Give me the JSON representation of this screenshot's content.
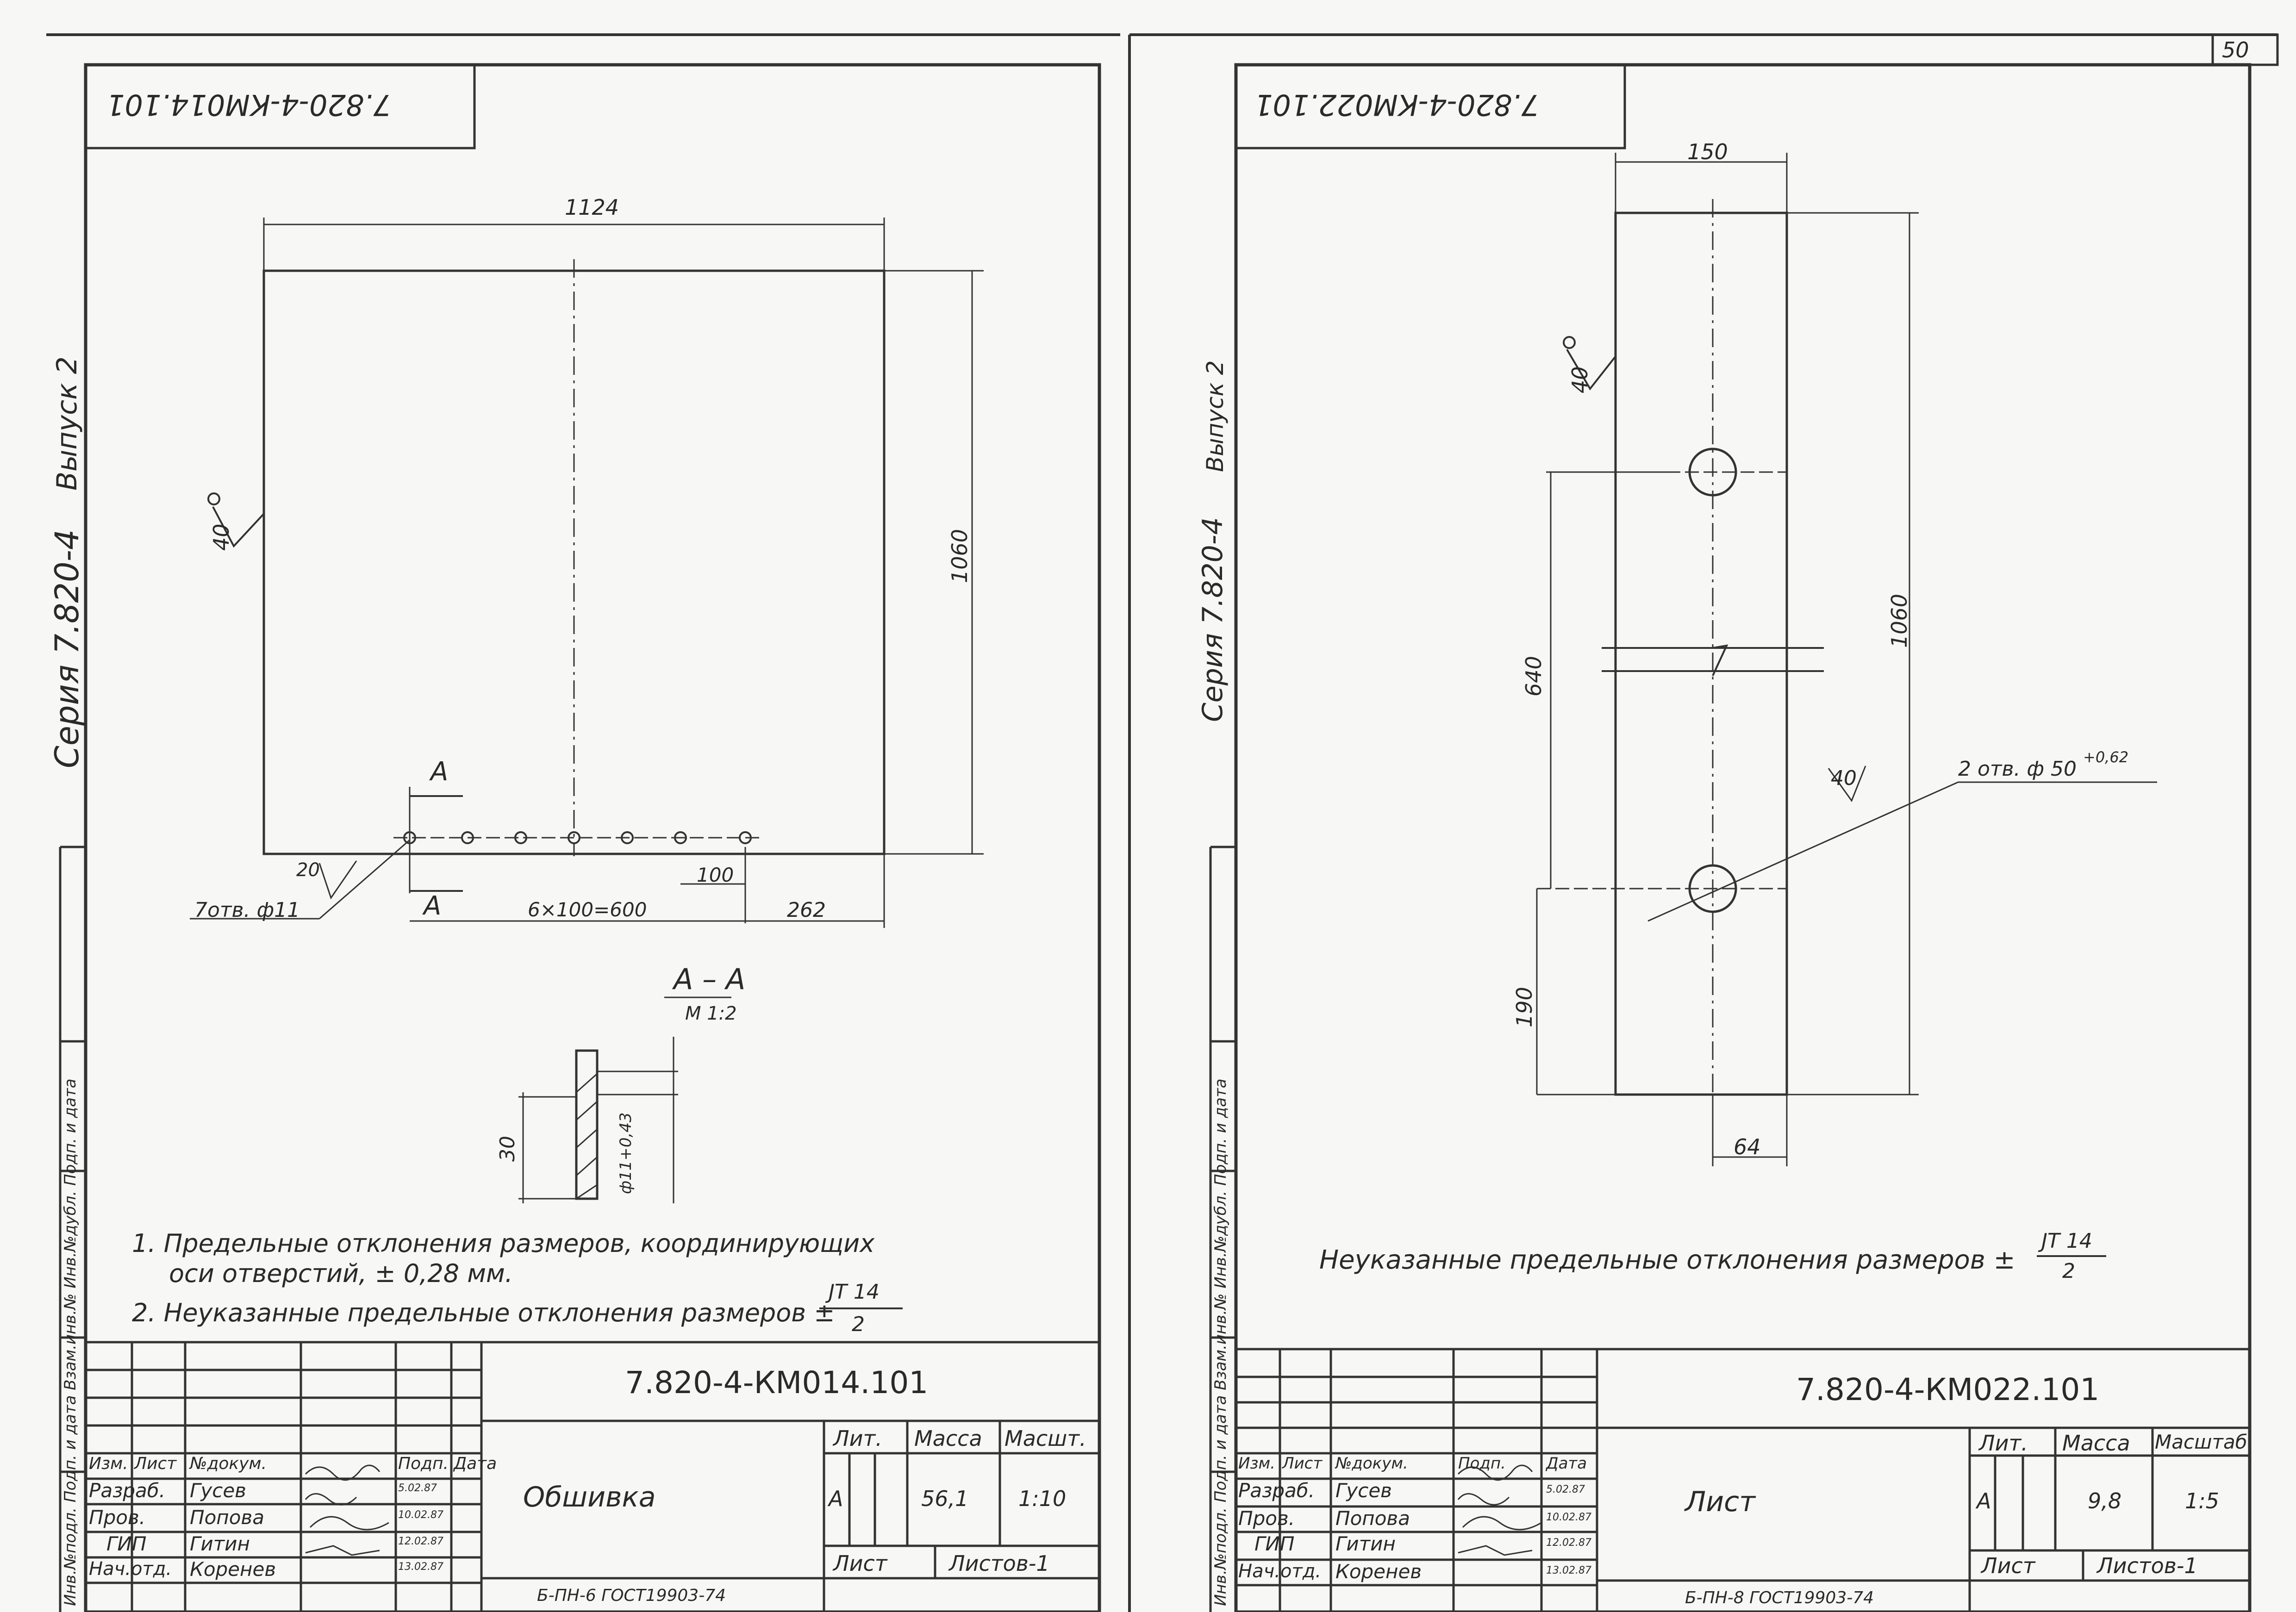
{
  "sheet_number": "50",
  "left": {
    "stamp_code": "7.820-4-КМ014.101",
    "series_label": "Серия 7.820-4",
    "issue_label": "Выпуск 2",
    "roughness": "40",
    "dim_width": "1124",
    "dim_height": "1060",
    "section_mark": "А",
    "dim_gap": "20",
    "holes_callout": "7отв. ф11",
    "dim_pitch": "100",
    "dim_chain": "6×100=600",
    "dim_edge": "262",
    "section_title": "А – А",
    "section_scale": "М 1:2",
    "dim_thickness": "30",
    "dim_hole": "ф11+0,43",
    "note1_line1": "1. Предельные отклонения размеров, координирующих",
    "note1_line2": "оси отверстий, ± 0,28 мм.",
    "note2": "2. Неуказанные предельные отклонения размеров ±",
    "tol_num": "JT 14",
    "tol_den": "2",
    "title_code": "7.820-4-КМ014.101",
    "part_name": "Обшивка",
    "lit_header": "Лит.",
    "mass_header": "Масса",
    "scale_header": "Масшт.",
    "lit_value": "А",
    "mass_value": "56,1",
    "scale_value": "1:10",
    "sheet_header": "Лист",
    "sheets_header": "Листов-1",
    "material": "Б-ПН-6 ГОСТ19903-74",
    "side_stamp": "Инв.№подл.   Подп. и дата   Взам.инв.№  Инв.№дубл.   Подп. и дата"
  },
  "right": {
    "stamp_code": "7.820-4-КМ022.101",
    "series_label": "Серия 7.820-4",
    "issue_label": "Выпуск 2",
    "roughness": "40",
    "dim_width": "150",
    "dim_height": "1060",
    "dim_spacing": "640",
    "dim_bottom": "190",
    "dim_center": "64",
    "roughness_small": "40",
    "holes_callout": "2 отв. ф 50",
    "holes_tol": "+0,62",
    "note": "Неуказанные предельные отклонения размеров ±",
    "tol_num": "JT 14",
    "tol_den": "2",
    "title_code": "7.820-4-КМ022.101",
    "part_name": "Лист",
    "lit_header": "Лит.",
    "mass_header": "Масса",
    "scale_header": "Масштаб",
    "lit_value": "А",
    "mass_value": "9,8",
    "scale_value": "1:5",
    "sheet_header": "Лист",
    "sheets_header": "Листов-1",
    "material": "Б-ПН-8 ГОСТ19903-74",
    "side_stamp": "Инв.№подл.   Подп. и дата   Взам.инв.№  Инв.№дубл.   Подп. и дата"
  },
  "title_block": {
    "rows": [
      {
        "role": "Изм.",
        "name": "Лист",
        "doc": "№докум.",
        "sign": "Подп.",
        "date": "Дата"
      },
      {
        "role": "Разраб.",
        "name": "Гусев",
        "doc": "",
        "sign": "",
        "date": "5.02.87"
      },
      {
        "role": "Пров.",
        "name": "Попова",
        "doc": "",
        "sign": "",
        "date": "10.02.87"
      },
      {
        "role": "ГИП",
        "name": "Гитин",
        "doc": "",
        "sign": "",
        "date": "12.02.87"
      },
      {
        "role": "Нач.отд.",
        "name": "Коренев",
        "doc": "",
        "sign": "",
        "date": "13.02.87"
      }
    ]
  }
}
